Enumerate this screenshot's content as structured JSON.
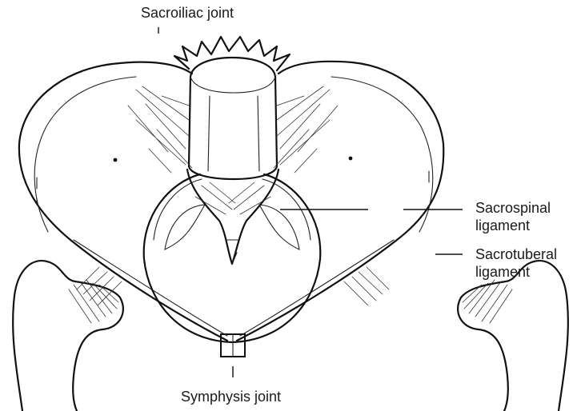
{
  "figure": {
    "labels": {
      "sacroiliac": "Sacroiliac joint",
      "sacrospinal_line1": "Sacrospinal",
      "sacrospinal_line2": "ligament",
      "sacrotuberal_line1": "Sacrotuberal",
      "sacrotuberal_line2": "ligament",
      "symphysis": "Symphysis joint"
    }
  }
}
